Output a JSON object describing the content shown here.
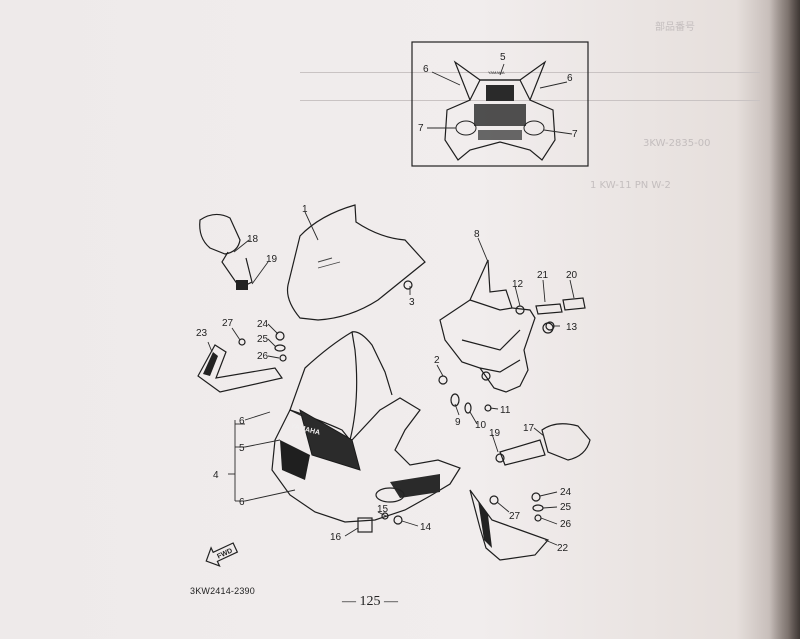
{
  "page": {
    "page_number": "— 125 —",
    "part_code": "3KW2414-2390"
  },
  "ghost_text": [
    "部品番号",
    "3KW-2835-00",
    "1 KW-11 PN W-2"
  ],
  "callouts": [
    "1",
    "2",
    "3",
    "4",
    "5",
    "6",
    "7",
    "8",
    "9",
    "10",
    "11",
    "12",
    "13",
    "14",
    "15",
    "16",
    "17",
    "18",
    "19",
    "20",
    "21",
    "22",
    "23",
    "24",
    "25",
    "26",
    "27"
  ],
  "fwd_label": "FWD",
  "brand": "YAMAHA"
}
